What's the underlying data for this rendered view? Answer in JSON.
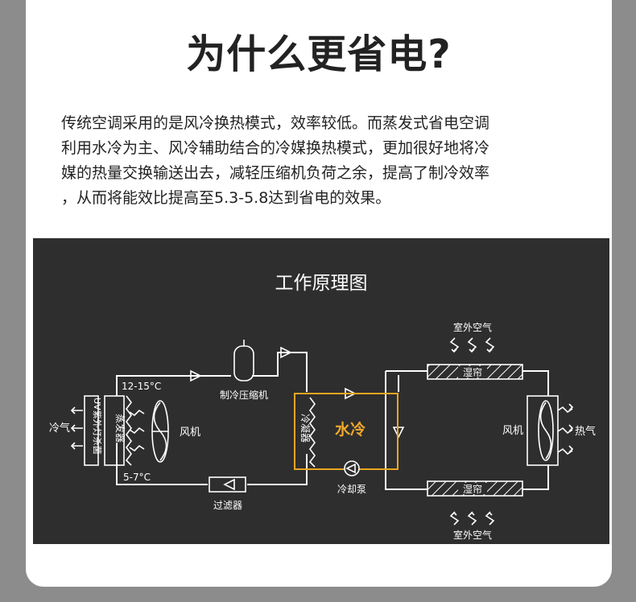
{
  "title": "为什么更省电?",
  "description_lines": [
    "传统空调采用的是风冷换热模式，效率较低。而蒸发式省电空调",
    "利用水冷为主、风冷辅助结合的冷媒换热模式，更加很好地将冷",
    "媒的热量交换输送出去，减轻压缩机负荷之余，提高了制冷效率",
    "，从而将能效比提高至5.3-5.8达到省电的效果。"
  ],
  "diagram": {
    "title": "工作原理图",
    "labels": {
      "cold_air": "冷气",
      "uv_lamp": "UV紫外灯杀菌",
      "evaporator": "蒸发器",
      "fan_left": "风机",
      "temp_high": "12-15°C",
      "temp_low": "5-7°C",
      "compressor": "制冷压缩机",
      "filter": "过滤器",
      "condenser": "冷凝器",
      "water_cooling": "水冷",
      "cooling_pump": "冷却泵",
      "outdoor_air_top": "室外空气",
      "outdoor_air_bottom": "室外空气",
      "wet_curtain_top": "湿帘",
      "wet_curtain_bottom": "湿帘",
      "fan_right": "风机",
      "hot_air": "热气"
    },
    "colors": {
      "background": "#2e2e2e",
      "line": "#ffffff",
      "highlight": "#e8a623",
      "highlight_text": "#f0a92c"
    }
  }
}
